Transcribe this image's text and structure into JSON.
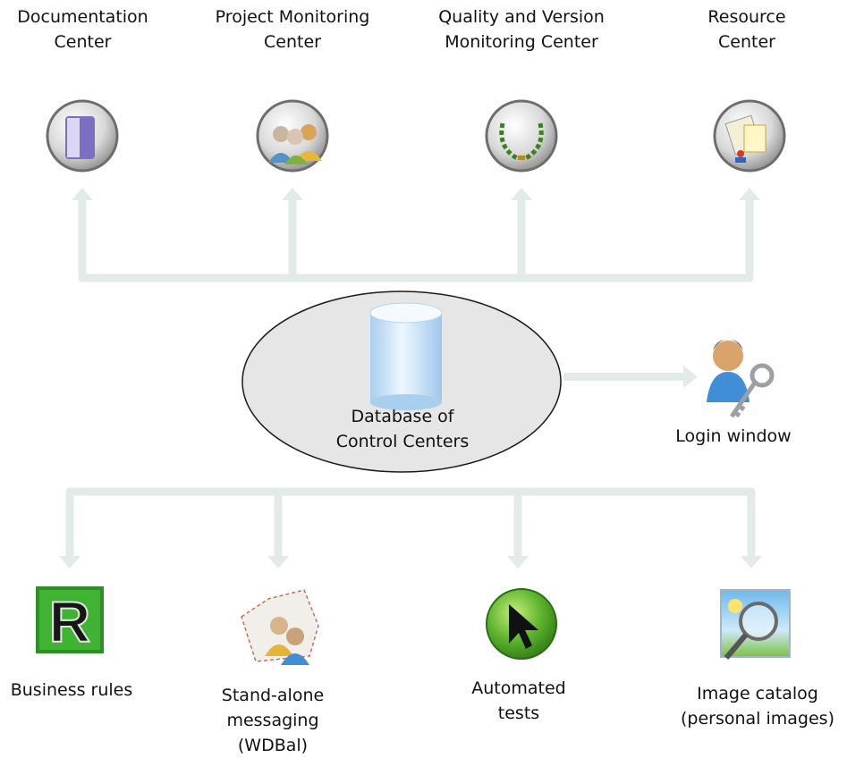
{
  "top_centers": [
    {
      "id": "documentation",
      "lines": [
        "Documentation",
        "Center"
      ],
      "icon": "documentation-icon"
    },
    {
      "id": "project-monitoring",
      "lines": [
        "Project Monitoring",
        "Center"
      ],
      "icon": "team-icon"
    },
    {
      "id": "quality-version",
      "lines": [
        "Quality and Version",
        "Monitoring Center"
      ],
      "icon": "laurel-icon"
    },
    {
      "id": "resource",
      "lines": [
        "Resource",
        "Center"
      ],
      "icon": "resource-icon"
    }
  ],
  "database": {
    "lines": [
      "Database of",
      "Control Centers"
    ],
    "icon": "database-cylinder-icon"
  },
  "login": {
    "label": "Login window",
    "icon": "user-key-icon"
  },
  "bottom_tools": [
    {
      "id": "business-rules",
      "lines": [
        "Business rules"
      ],
      "icon": "r-rules-icon"
    },
    {
      "id": "messaging",
      "lines": [
        "Stand-alone",
        "messaging",
        "(WDBal)"
      ],
      "icon": "messaging-users-icon"
    },
    {
      "id": "automated-tests",
      "lines": [
        "Automated",
        "tests"
      ],
      "icon": "cursor-icon"
    },
    {
      "id": "image-catalog",
      "lines": [
        "Image catalog",
        "(personal images)"
      ],
      "icon": "magnifier-image-icon"
    }
  ],
  "colors": {
    "connector": "#e3ebe8",
    "ellipse_fill": "#e6e6e6",
    "ellipse_stroke": "#1a1a1a"
  }
}
